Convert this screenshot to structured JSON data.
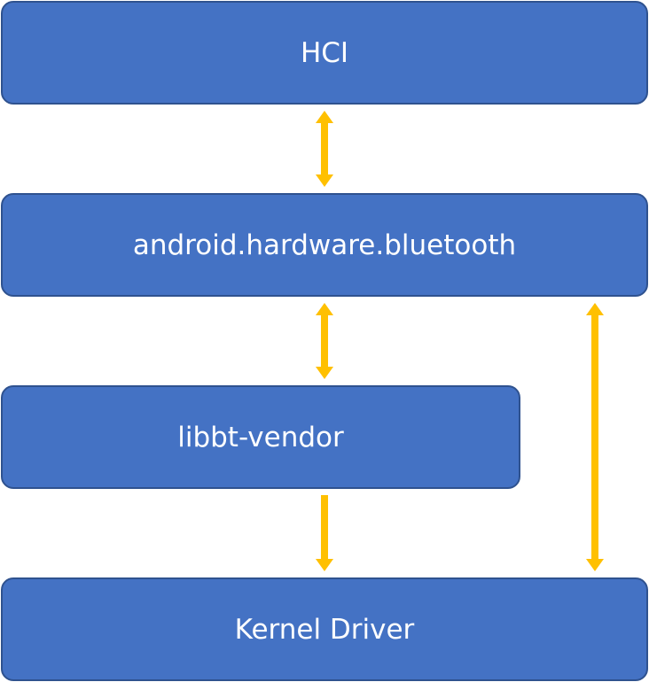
{
  "boxes": {
    "hci": "HCI",
    "hal": "android.hardware.bluetooth",
    "vendor": "libbt-vendor",
    "kernel": "Kernel Driver"
  },
  "colors": {
    "box_fill": "#4472c4",
    "box_border": "#2f528f",
    "text": "#ffffff",
    "arrow": "#ffc000"
  },
  "arrows": [
    {
      "from": "hci",
      "to": "hal",
      "direction": "both"
    },
    {
      "from": "hal",
      "to": "vendor",
      "direction": "both"
    },
    {
      "from": "vendor",
      "to": "kernel",
      "direction": "down"
    },
    {
      "from": "hal",
      "to": "kernel",
      "direction": "both"
    }
  ]
}
